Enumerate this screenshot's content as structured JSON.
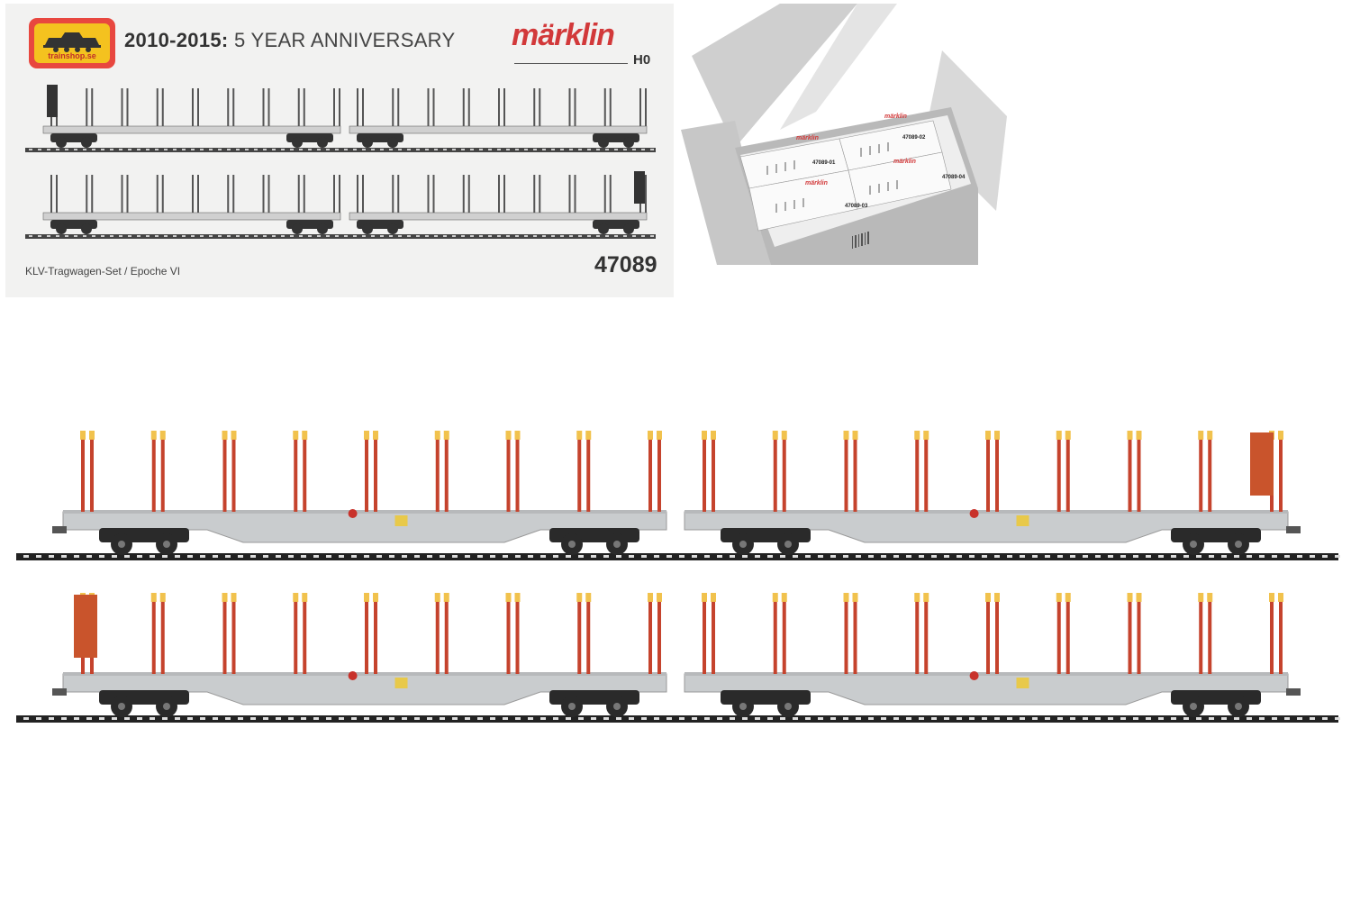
{
  "label_card": {
    "shop_logo_text": "trainshop.se",
    "title_years": "2010-2015:",
    "title_rest": " 5 YEAR ANNIVERSARY",
    "brand": "märklin",
    "scale": "H0",
    "set_name": "KLV-Tragwagen-Set / Epoche VI",
    "article_number": "47089"
  },
  "box_packs": [
    {
      "brand": "märklin",
      "number": "47089-01"
    },
    {
      "brand": "märklin",
      "number": "47089-02"
    },
    {
      "brand": "märklin",
      "number": "47089-03"
    },
    {
      "brand": "märklin",
      "number": "47089-04"
    }
  ],
  "colors": {
    "stake": "#c5432d",
    "stake_tip": "#f1c24d",
    "deck": "#c9ccce",
    "bogie": "#2a2a2a",
    "brand_red": "#d2393a",
    "logo_yellow": "#f4c21f"
  }
}
